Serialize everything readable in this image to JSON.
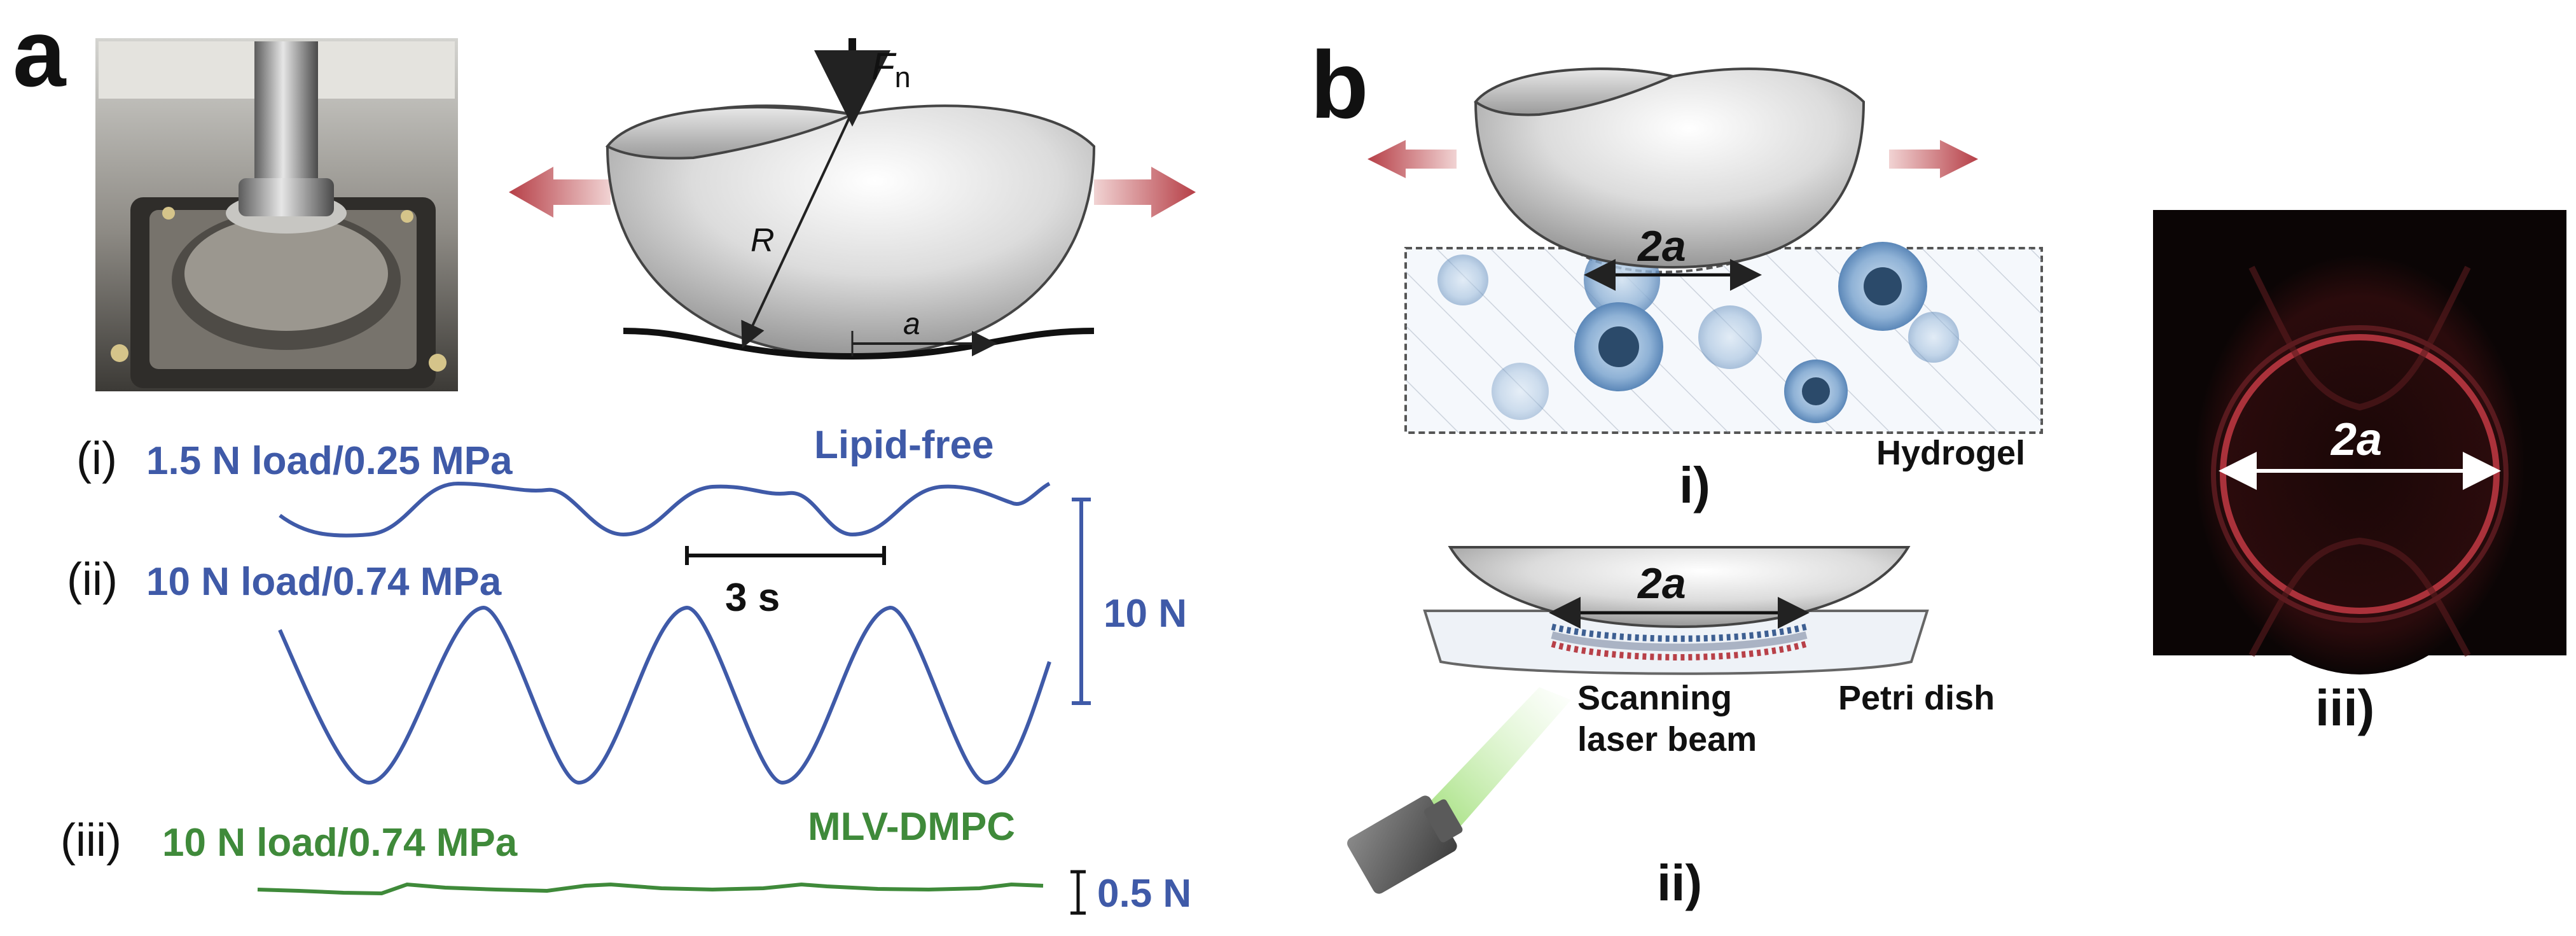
{
  "panel_a": {
    "label": "a",
    "force_label": "F",
    "force_sub": "n",
    "radius_label": "R",
    "contact_label": "a",
    "traces": [
      {
        "roman": "(i)",
        "condition": "1.5 N load/0.25 MPa",
        "sample": "Lipid-free",
        "color": "#3f5aa8"
      },
      {
        "roman": "(ii)",
        "condition": "10 N load/0.74 MPa",
        "sample": "",
        "color": "#3f5aa8"
      },
      {
        "roman": "(iii)",
        "condition": "10 N load/0.74 MPa",
        "sample": "MLV-DMPC",
        "color": "#3f8a3a"
      }
    ],
    "time_scale": "3 s",
    "force_scale_big": "10 N",
    "force_scale_small": "0.5 N"
  },
  "panel_b": {
    "label": "b",
    "sub_i": {
      "contact": "2a",
      "material": "Hydrogel",
      "roman": "i)"
    },
    "sub_ii": {
      "contact": "2a",
      "dish": "Petri dish",
      "laser_line1": "Scanning",
      "laser_line2": "laser beam",
      "roman": "ii)"
    },
    "sub_iii": {
      "contact": "2a",
      "roman": "iii)"
    }
  },
  "colors": {
    "trace_blue": "#3f5aa8",
    "trace_green": "#3f8a3a",
    "arrow_red": "#b94048",
    "micrograph_bg": "#0b0505",
    "ring_red": "#c23a44"
  }
}
